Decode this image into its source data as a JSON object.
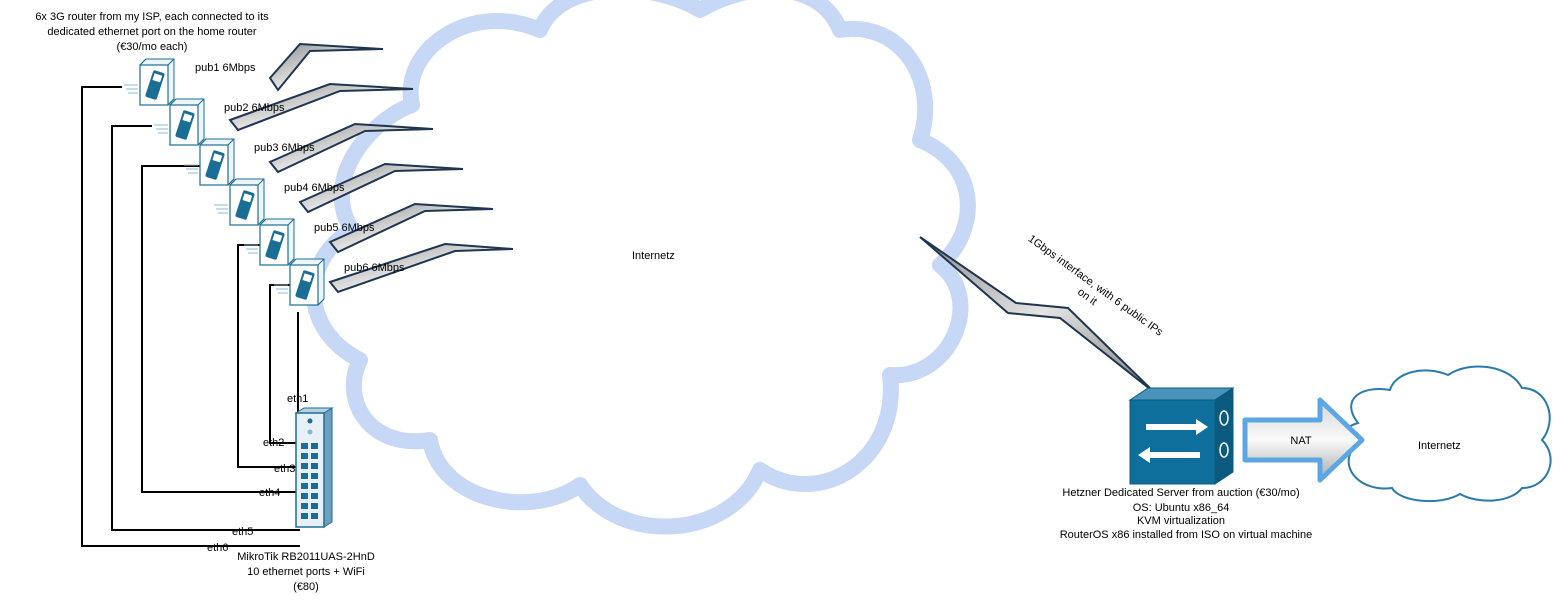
{
  "routers_caption": [
    "6x 3G router from my ISP, each connected to its",
    "dedicated ethernet port on the home router",
    "(€30/mo each)"
  ],
  "uplinks": [
    {
      "label": "pub1 6Mbps",
      "port": "eth1"
    },
    {
      "label": "pub2 6Mbps",
      "port": "eth2"
    },
    {
      "label": "pub3 6Mbps",
      "port": "eth3"
    },
    {
      "label": "pub4 6Mbps",
      "port": "eth4"
    },
    {
      "label": "pub5 6Mbps",
      "port": "eth5"
    },
    {
      "label": "pub6 6Mbps",
      "port": "eth6"
    }
  ],
  "main_cloud_label": "Internetz",
  "mikrotik_caption": [
    "MikroTik RB2011UAS-2HnD",
    "10 ethernet ports + WiFi",
    "(€80)"
  ],
  "server_link_label": [
    "1Gbps interface, with 6  public IPs",
    "on it"
  ],
  "server_caption": [
    "Hetzner Dedicated Server from auction (€30/mo)",
    "OS: Ubuntu x86_64",
    "KVM virtualization",
    "RouterOS x86 installed from ISO on virtual machine"
  ],
  "nat_label": "NAT",
  "small_cloud_label": "Internetz",
  "colors": {
    "cloud_big": "#c6d8f6",
    "cloud_small": "#2a7bab",
    "device": "#1a6e96",
    "server": "#0e6f9c",
    "bolt_fill": "#a8a8a8",
    "nat_outline": "#5ba7e3"
  }
}
